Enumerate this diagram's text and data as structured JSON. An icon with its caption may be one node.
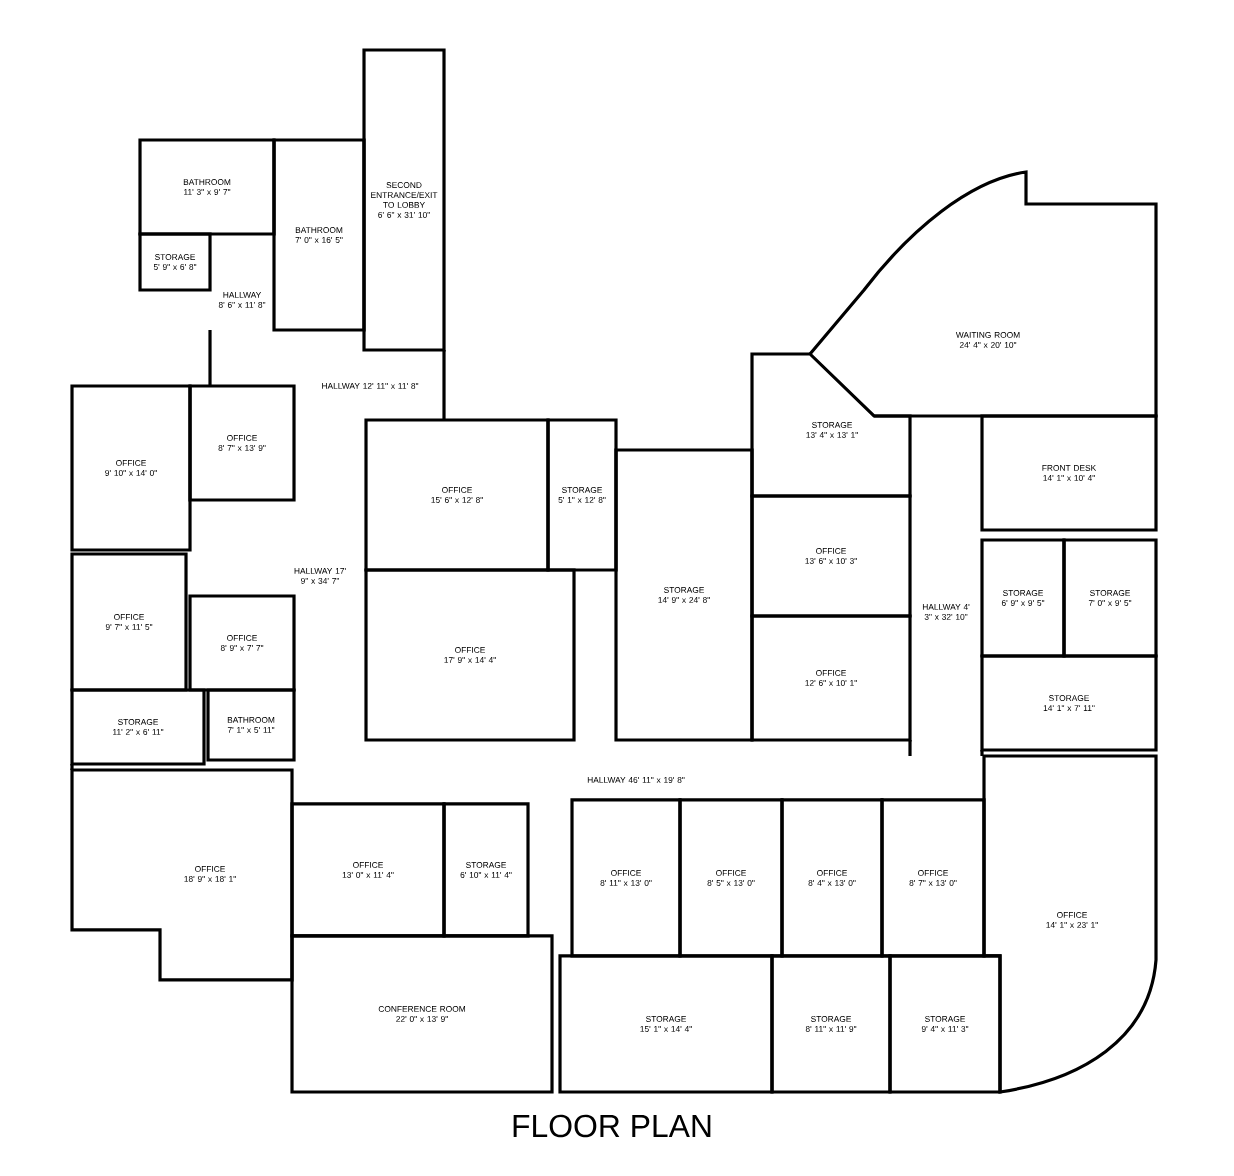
{
  "diagram": {
    "title": "FLOOR PLAN",
    "nodes": [
      {
        "text": [
          "SECOND ENTRANCE/EXIT TO LOBBY",
          "6' 6\" x 31' 10\""
        ]
      },
      {
        "text": [
          "BATHROOM",
          "11' 3\" x 9' 7\""
        ]
      },
      {
        "text": [
          "BATHROOM",
          "7' 0\" x 16' 5\""
        ]
      },
      {
        "text": [
          "STORAGE",
          "5' 9\" x 6' 8\""
        ]
      },
      {
        "text": [
          "WAITING ROOM",
          "24' 4\" x 20' 10\""
        ]
      },
      {
        "text": [
          "OFFICE",
          "9' 10\" x 14' 0\""
        ]
      },
      {
        "text": [
          "OFFICE",
          "8' 7\" x 13' 9\""
        ]
      },
      {
        "text": [
          "OFFICE",
          "15' 6\" x 12' 8\""
        ]
      },
      {
        "text": [
          "STORAGE",
          "5' 1\" x 12' 8\""
        ]
      },
      {
        "text": [
          "STORAGE",
          "13' 4\" x 13' 1\""
        ]
      },
      {
        "text": [
          "FRONT DESK",
          "14' 1\" x 10' 4\""
        ]
      },
      {
        "text": [
          "OFFICE",
          "13' 6\" x 10' 3\""
        ]
      },
      {
        "text": [
          "STORAGE",
          "6' 9\" x 9' 5\""
        ]
      },
      {
        "text": [
          "STORAGE",
          "7' 0\" x 9' 5\""
        ]
      },
      {
        "text": [
          "OFFICE",
          "9' 7\" x 11' 5\""
        ]
      },
      {
        "text": [
          "OFFICE",
          "8' 9\" x 7' 7\""
        ]
      },
      {
        "text": [
          "STORAGE",
          "14' 9\" x 24' 8\""
        ]
      },
      {
        "text": [
          "OFFICE",
          "17' 9\" x 14' 4\""
        ]
      },
      {
        "text": [
          "OFFICE",
          "12' 6\" x 10' 1\""
        ]
      },
      {
        "text": [
          "STORAGE",
          "11' 2\" x 6' 11\""
        ]
      },
      {
        "text": [
          "BATHROOM",
          "7' 1\" x 5' 11\""
        ]
      },
      {
        "text": [
          "STORAGE",
          "14' 1\" x 7' 11\""
        ]
      },
      {
        "text": [
          "OFFICE",
          "18' 9\" x 18' 1\""
        ]
      },
      {
        "text": [
          "OFFICE",
          "13' 0\" x 11' 4\""
        ]
      },
      {
        "text": [
          "STORAGE",
          "6' 10\" x 11' 4\""
        ]
      },
      {
        "text": [
          "OFFICE",
          "8' 11\" x 13' 0\""
        ]
      },
      {
        "text": [
          "OFFICE",
          "8' 5\" x 13' 0\""
        ]
      },
      {
        "text": [
          "OFFICE",
          "8' 4\" x 13' 0\""
        ]
      },
      {
        "text": [
          "OFFICE",
          "8' 7\" x 13' 0\""
        ]
      },
      {
        "text": [
          "OFFICE",
          "14' 1\" x 23' 1\""
        ]
      },
      {
        "text": [
          "CONFERENCE ROOM",
          "22' 0\" x 13' 9\""
        ]
      },
      {
        "text": [
          "STORAGE",
          "15' 1\" x 14' 4\""
        ]
      },
      {
        "text": [
          "STORAGE",
          "8' 11\" x 11' 9\""
        ]
      },
      {
        "text": [
          "STORAGE",
          "9' 4\" x 11' 3\""
        ]
      }
    ],
    "labels": [
      "HALLWAY 8' 6\" x 11' 8\"",
      "HALLWAY 12' 11\" x 11' 8\"",
      "HALLWAY 17' 9\" x 34' 7\"",
      "HALLWAY 4' 3\" x 32' 10\"",
      "HALLWAY 46' 11\" x 19' 8\""
    ]
  }
}
